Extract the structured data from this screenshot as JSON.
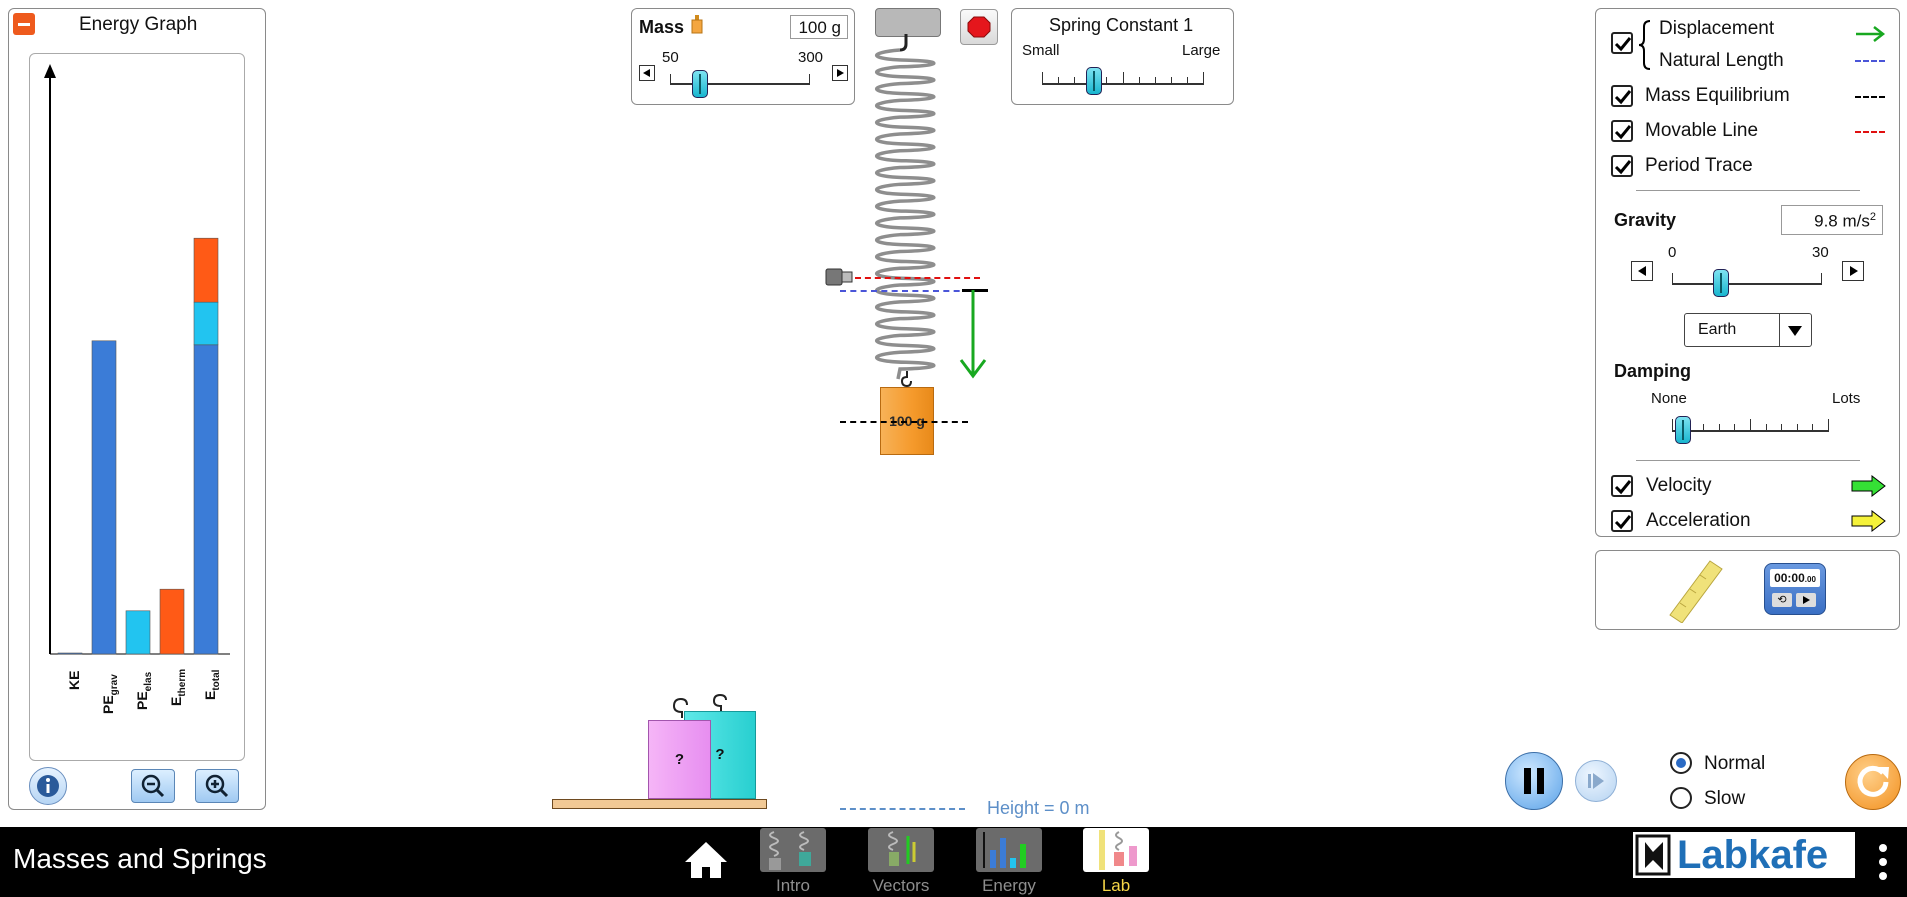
{
  "energy_graph": {
    "title": "Energy Graph",
    "bars": [
      {
        "label": "KE",
        "sub": "",
        "value": 0.0,
        "color": "#3b7cd7"
      },
      {
        "label": "PE",
        "sub": "grav",
        "value": 0.58,
        "color": "#3b7cd7"
      },
      {
        "label": "PE",
        "sub": "elas",
        "value": 0.08,
        "color": "#22c4f0"
      },
      {
        "label": "E",
        "sub": "therm",
        "value": 0.12,
        "color": "#ff5a16"
      },
      {
        "label": "E",
        "sub": "total",
        "value": 0.77,
        "color": "#3b7cd7"
      }
    ],
    "total_segments": {
      "grav": 0.58,
      "elas": 0.08,
      "therm": 0.12
    }
  },
  "mass_panel": {
    "label": "Mass",
    "value": "100 g",
    "min": "50",
    "max": "300",
    "level": 0.2
  },
  "spring_constant": {
    "title": "Spring Constant 1",
    "min_label": "Small",
    "max_label": "Large",
    "level": 0.33
  },
  "mass_block": {
    "label": "100 g"
  },
  "mystery_masses": [
    "?",
    "?"
  ],
  "height_readout": "Height = 0 m",
  "options": {
    "displacement": "Displacement",
    "natural_length": "Natural Length",
    "mass_equilibrium": "Mass Equilibrium",
    "movable_line": "Movable Line",
    "period_trace": "Period Trace",
    "colors": {
      "displacement": "#18a820",
      "natural_length": "#4a55d8",
      "mass_equilibrium": "#000000",
      "movable_line": "#e01010"
    }
  },
  "gravity": {
    "label": "Gravity",
    "value": "9.8 m/s",
    "exponent": "2",
    "min": "0",
    "max": "30",
    "level": 0.327,
    "planet": "Earth"
  },
  "damping": {
    "label": "Damping",
    "min_label": "None",
    "max_label": "Lots",
    "level": 0.08
  },
  "vectors": {
    "velocity": "Velocity",
    "acceleration": "Acceleration",
    "velocity_color": "#35e035",
    "acceleration_color": "#f5f23a"
  },
  "stopwatch": {
    "time": "00:00",
    "fraction": ".00"
  },
  "speed": {
    "normal": "Normal",
    "slow": "Slow",
    "selected": "Normal"
  },
  "footer": {
    "app_title": "Masses and Springs",
    "tabs": [
      "Intro",
      "Vectors",
      "Energy",
      "Lab"
    ],
    "active_tab": "Lab",
    "brand": "Labkafe"
  }
}
